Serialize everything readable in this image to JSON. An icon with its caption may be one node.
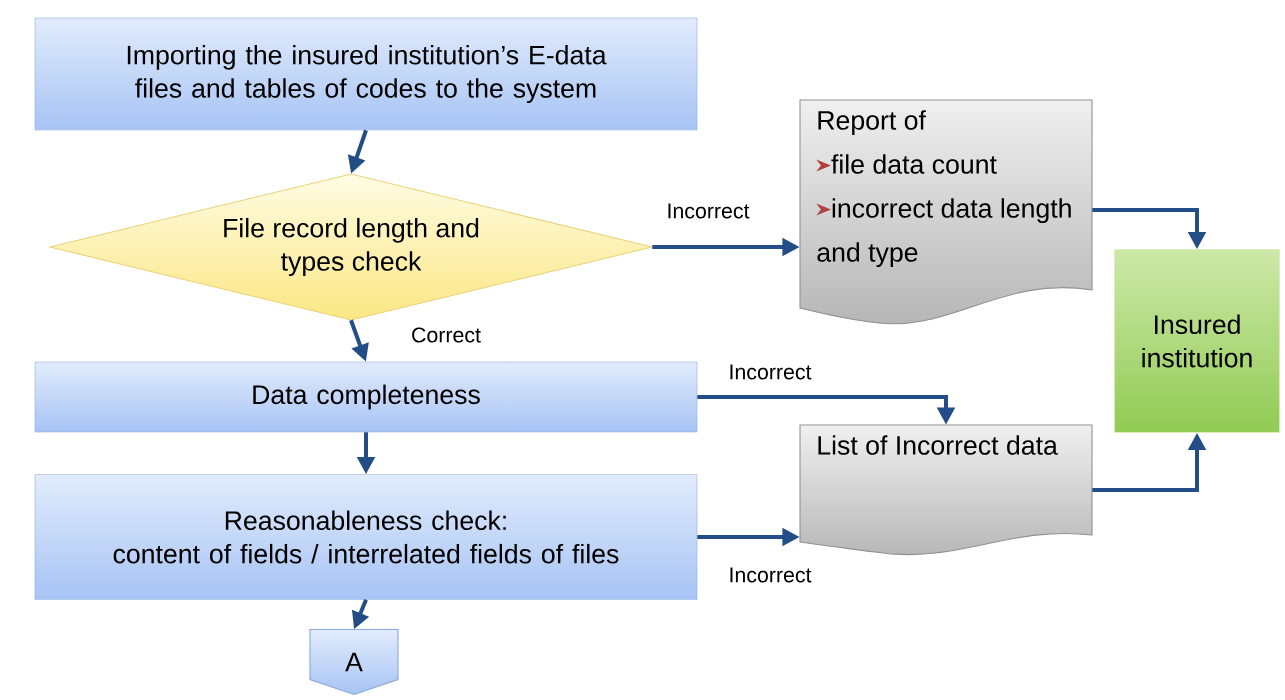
{
  "diagram": {
    "nodes": [
      {
        "text": [
          "Importing the insured institution’s E-data files and tables of codes to the system"
        ]
      },
      {
        "text": [
          "File record length and types check"
        ]
      },
      {
        "text": [
          "Report of",
          "file data count",
          "incorrect data length and type"
        ]
      },
      {
        "text": [
          "Data completeness"
        ]
      },
      {
        "text": [
          "List of Incorrect data"
        ]
      },
      {
        "text": [
          "Reasonableness check:",
          "content of fields / interrelated fields of files"
        ]
      },
      {
        "text": [
          "Insured institution"
        ]
      },
      {
        "text": [
          "A"
        ]
      }
    ],
    "edges": [
      {
        "from": 0,
        "to": 1,
        "arrow": "to"
      },
      {
        "from": 1,
        "to": 2,
        "arrow": "to",
        "label": "Incorrect"
      },
      {
        "from": 1,
        "to": 3,
        "arrow": "to",
        "label": "Correct"
      },
      {
        "from": 2,
        "to": 6,
        "arrow": "to"
      },
      {
        "from": 3,
        "to": 4,
        "arrow": "to",
        "label": "Incorrect"
      },
      {
        "from": 3,
        "to": 5,
        "arrow": "to"
      },
      {
        "from": 5,
        "to": 4,
        "arrow": "to",
        "label": "Incorrect"
      },
      {
        "from": 4,
        "to": 6,
        "arrow": "to"
      },
      {
        "from": 5,
        "to": 7,
        "arrow": "to"
      }
    ]
  }
}
